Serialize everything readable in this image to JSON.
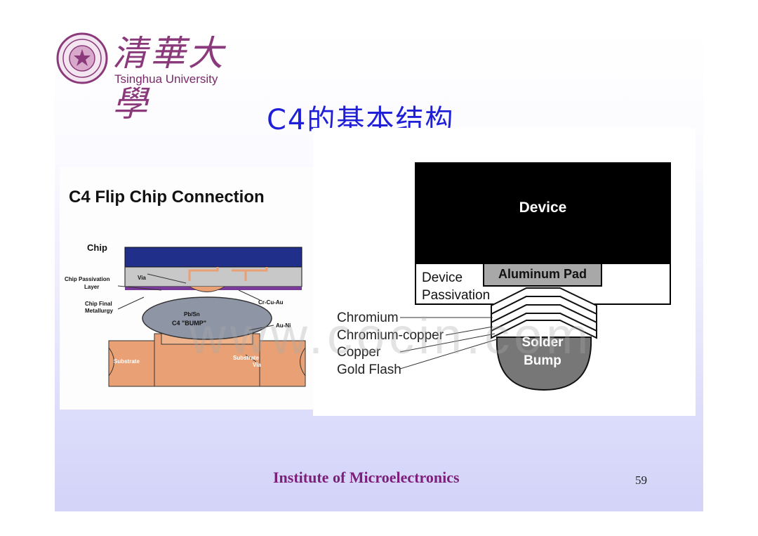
{
  "header": {
    "university_cn": "清華大學",
    "university_en": "Tsinghua University"
  },
  "slide_title": "C4的基本结构",
  "left_figure": {
    "title": "C4 Flip  Chip Connection",
    "labels": {
      "chip": "Chip",
      "chip_passivation": "Chip Passivation",
      "layer": "Layer",
      "via": "Via",
      "chip_final": "Chip Final",
      "metallurgy": "Metallurgy",
      "pbsn": "Pb/Sn",
      "c4_bump": "C4 \"BUMP\"",
      "cr_cu_au": "Cr-Cu-Au",
      "au_ni": "Au-Ni",
      "substrate": "Substrate",
      "substrate_via_1": "Substrate",
      "substrate_via_2": "Via"
    }
  },
  "right_figure": {
    "device": "Device",
    "device_passivation_1": "Device",
    "device_passivation_2": "Passivation",
    "aluminum_pad": "Aluminum  Pad",
    "layers": [
      "Chromium",
      "Chromium-copper",
      "Copper",
      "Gold Flash"
    ],
    "solder_1": "Solder",
    "solder_2": "Bump"
  },
  "watermark": "www.cocin.com",
  "footer": {
    "institute": "Institute of Microelectronics",
    "page_number": "59"
  },
  "colors": {
    "title": "#1f1fd8",
    "footer": "#7b1f7b",
    "chip_blue": "#1f2f8a",
    "copper": "#e8a074",
    "bump_gray": "#8e96a6"
  }
}
